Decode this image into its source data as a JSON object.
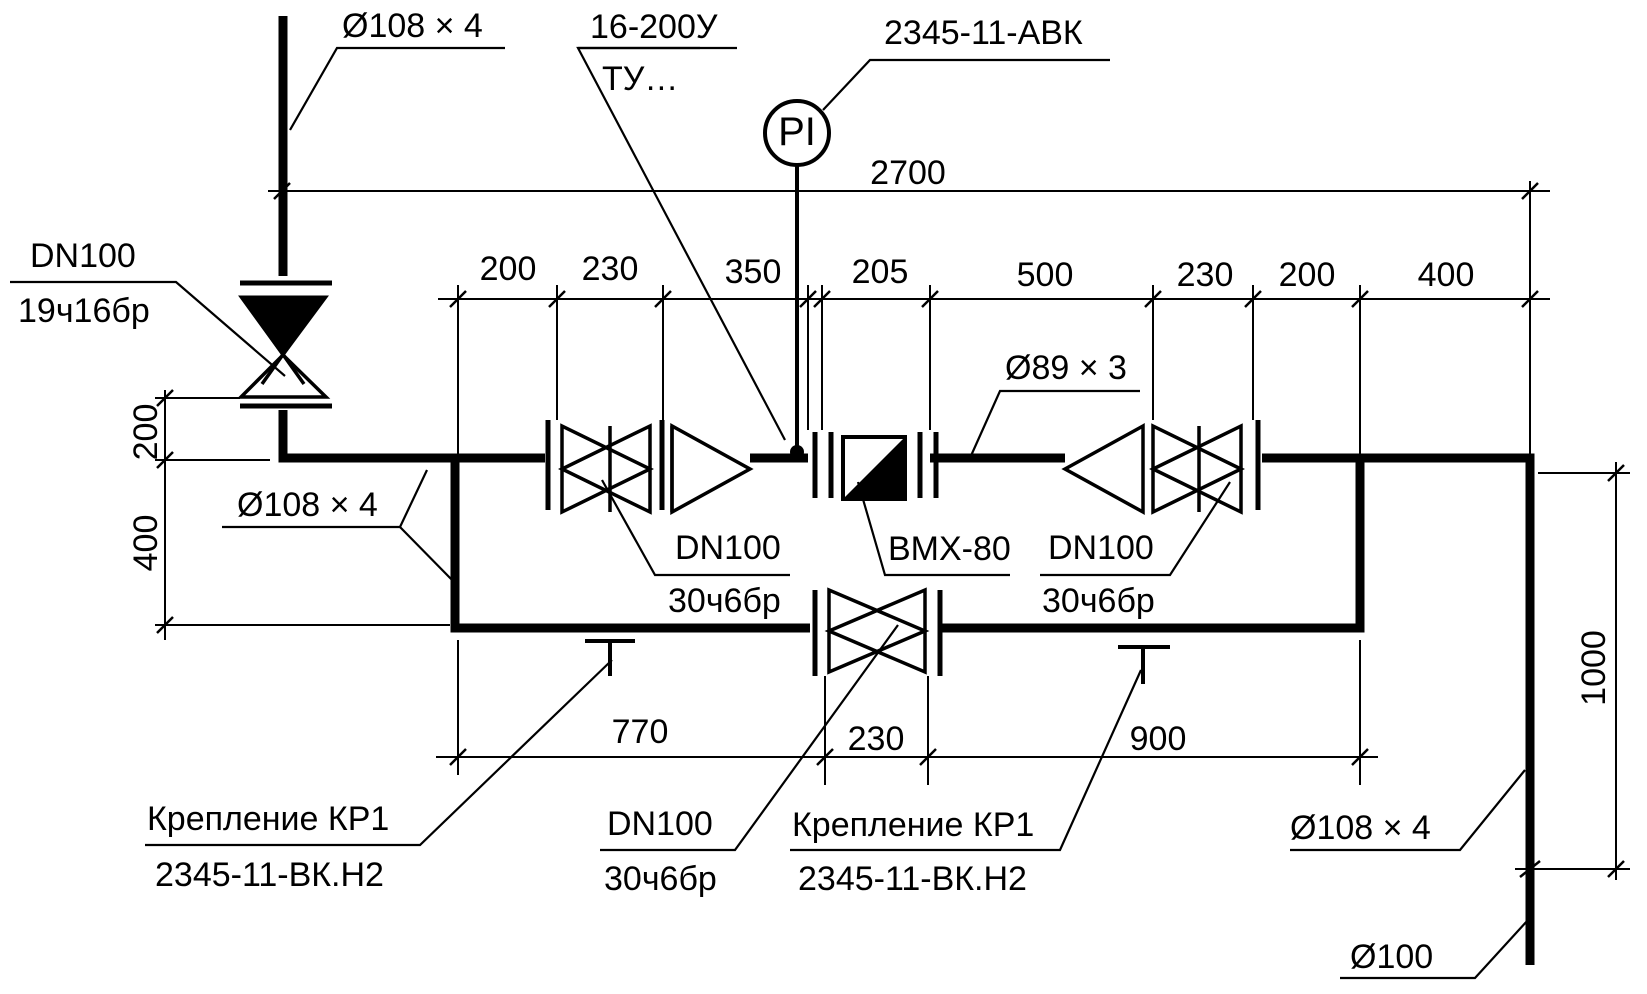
{
  "labels": {
    "pipe_top": "Ø108 × 4",
    "pipe_left": "Ø108 × 4",
    "pipe_mid": "Ø89 × 3",
    "pipe_right": "Ø108 × 4",
    "pipe_bottom": "Ø100",
    "filter_1": "16-200У",
    "filter_2": "ТУ…",
    "gauge_ref": "2345-11-АВК",
    "gauge_symbol": "PI",
    "valve_top_dn": "DN100",
    "valve_top_type": "19ч16бр",
    "valve_left_dn": "DN100",
    "valve_left_type": "30ч6бр",
    "valve_right_dn": "DN100",
    "valve_right_type": "30ч6бр",
    "valve_bypass_dn": "DN100",
    "valve_bypass_type": "30ч6бр",
    "meter": "ВМХ-80",
    "support_left_1": "Крепление КР1",
    "support_left_2": "2345-11-ВК.Н2",
    "support_right_1": "Крепление КР1",
    "support_right_2": "2345-11-ВК.Н2"
  },
  "dimensions": {
    "total": "2700",
    "top": [
      "200",
      "230",
      "350",
      "205",
      "500",
      "230",
      "200",
      "400"
    ],
    "bottom": [
      "770",
      "230",
      "900"
    ],
    "left_200": "200",
    "left_400": "400",
    "right_1000": "1000"
  }
}
